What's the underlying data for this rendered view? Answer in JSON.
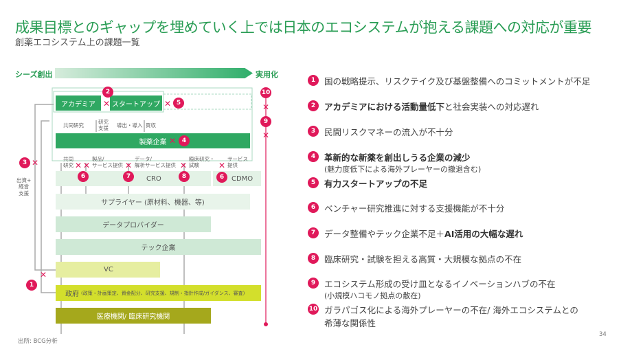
{
  "header": {
    "title": "成果目標とのギャップを埋めていく上では日本のエコシステムが抱える課題への対応が重要",
    "subtitle": "創薬エコシステム上の課題一覧"
  },
  "diagram": {
    "phase_start": "シーズ創出",
    "phase_end": "実用化",
    "academia": "アカデミア",
    "startup": "スタートアップ",
    "pharma": "製薬企業",
    "joint_research": "共同研究",
    "research_support": "研究\n支援",
    "licensing": "導出・導入",
    "acquisition": "買収",
    "flow_labels": [
      "共同\n研究",
      "製品/\nサービス提供",
      "データ/\n解析サービス提供",
      "臨床研究・\n試験",
      "サービス\n提供"
    ],
    "investment": "出資+\n経営\n支援",
    "cro": "CRO",
    "cdmo": "CDMO",
    "supplier": "サプライヤー (原材料、機器、等)",
    "data_provider": "データプロバイダー",
    "tech": "テック企業",
    "vc": "VC",
    "gov": "政府",
    "gov_detail": "(政策・計画策定、資金配分、研究支援、規制・指針作成/ガイダンス、審査)",
    "medical": "医療機関/ 臨床研究機関",
    "badges": [
      "1",
      "2",
      "3",
      "4",
      "5",
      "6",
      "7",
      "8",
      "9",
      "10"
    ]
  },
  "issues": [
    {
      "num": "1",
      "text": "国の戦略提示、リスクテイク及び基盤整備へのコミットメントが不足"
    },
    {
      "num": "2",
      "bold": "アカデミアにおける活動量低下",
      "text": "と社会実装への対応遅れ"
    },
    {
      "num": "3",
      "text": "民間リスクマネーの流入が不十分"
    },
    {
      "num": "4",
      "bold": "革新的な新薬を創出しうる企業の減少",
      "sub": "(魅力度低下による海外プレーヤーの撤退含む)"
    },
    {
      "num": "5",
      "bold": "有力スタートアップの不足"
    },
    {
      "num": "6",
      "text": "ベンチャー研究推進に対する支援機能が不十分"
    },
    {
      "num": "7",
      "text": "データ整備やテック企業不足＋",
      "bold": "AI活用の大幅な遅れ"
    },
    {
      "num": "8",
      "text": "臨床研究・試験を担える高質・大規模な拠点の不在"
    },
    {
      "num": "9",
      "text": "エコシステム形成の受け皿となるイノベーションハブの不在",
      "sub": "(小規模ハコモノ拠点の散在)"
    },
    {
      "num": "10",
      "text": "ガラパゴス化による海外プレーヤーの不在/ 海外エコシステムとの",
      "text2": "希薄な関係性"
    }
  ],
  "footer": {
    "source": "出所: BCG分析",
    "page": "34"
  },
  "colors": {
    "accent": "#2a9d55",
    "badge": "#e0195a"
  }
}
